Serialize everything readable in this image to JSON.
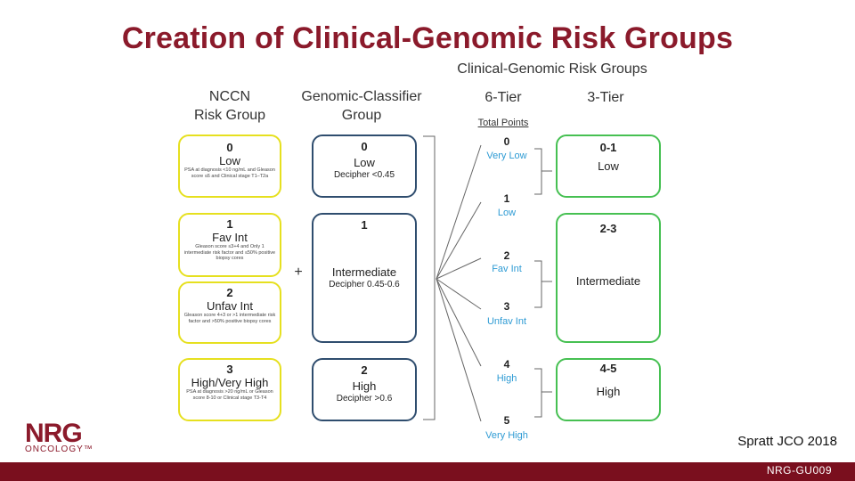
{
  "title": "Creation of Clinical-Genomic Risk Groups",
  "subtitle": "Clinical-Genomic Risk Groups",
  "headers": {
    "nccn_line1": "NCCN",
    "nccn_line2": "Risk Group",
    "gc_line1": "Genomic-Classifier",
    "gc_line2": "Group",
    "six_tier": "6-Tier",
    "three_tier": "3-Tier",
    "total_points": "Total Points"
  },
  "nccn_groups": [
    {
      "num": "0",
      "label": "Low",
      "desc": "PSA at diagnosis <10 ng/mL and Gleason score ≤6 and Clinical stage T1–T2a"
    },
    {
      "num": "1",
      "label": "Fav Int",
      "desc": "Gleason score ≤3+4 and Only 1 intermediate risk factor and ≤50% positive biopsy cores"
    },
    {
      "num": "2",
      "label": "Unfav Int",
      "desc": "Gleason score 4+3 or >1 intermediate risk factor and >50% positive biopsy cores"
    },
    {
      "num": "3",
      "label": "High/Very High",
      "desc": "PSA at diagnosis >20 ng/mL or Gleason score 8-10 or Clinical stage T3-T4"
    }
  ],
  "plus": "+",
  "gc_groups": [
    {
      "num": "0",
      "label": "Low",
      "desc": "Decipher <0.45"
    },
    {
      "num": "1",
      "label": "Intermediate",
      "desc": "Decipher 0.45-0.6"
    },
    {
      "num": "2",
      "label": "High",
      "desc": "Decipher >0.6"
    }
  ],
  "six_tier": [
    {
      "num": "0",
      "label": "Very Low"
    },
    {
      "num": "1",
      "label": "Low"
    },
    {
      "num": "2",
      "label": "Fav Int"
    },
    {
      "num": "3",
      "label": "Unfav Int"
    },
    {
      "num": "4",
      "label": "High"
    },
    {
      "num": "5",
      "label": "Very High"
    }
  ],
  "three_tier": [
    {
      "num": "0-1",
      "label": "Low"
    },
    {
      "num": "2-3",
      "label": "Intermediate"
    },
    {
      "num": "4-5",
      "label": "High"
    }
  ],
  "colors": {
    "title": "#8b1a2b",
    "yellow": "#e6e01f",
    "navy": "#2f4d6e",
    "green": "#46c052",
    "blue_text": "#2e9bd4",
    "footer": "#7a0f1e"
  },
  "logo": {
    "main": "NRG",
    "sub": "ONCOLOGY™"
  },
  "citation": "Spratt JCO 2018",
  "footer": "NRG-GU009"
}
